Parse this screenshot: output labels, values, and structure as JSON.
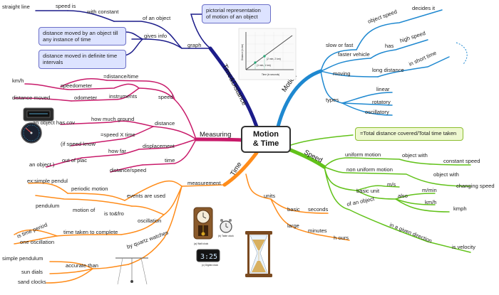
{
  "center": {
    "line1": "Motion",
    "line2": "& Time"
  },
  "branches": {
    "time_distance": {
      "label": "Time&Distance",
      "graph": "graph",
      "pictorial": "pictorial representation of motion of an object",
      "of_an_object": "of an object",
      "with_constant": "with constant",
      "speed_is": "speed is",
      "straight_line": "straight line",
      "gives_info": "gives info",
      "info1": "distance moved by an object till any instance of time",
      "info2": "distance moved in definite time intervals"
    },
    "motion": {
      "label": "Motion",
      "slow_or_fast": "slow or fast",
      "object_speed": "object speed",
      "decides_it": "decides it",
      "faster_vehicle": "faster vehicle",
      "has": "has",
      "high_speed": "high speed",
      "moving": "moving",
      "long_distance": "long distance",
      "in_short_time": "in short time",
      "types": "types",
      "linear": "linear",
      "rotatory": "rotatory",
      "oscillatory": "oscillatory"
    },
    "speed": {
      "label": "Speed",
      "definition": "=Total distance covered/Total time taken",
      "uniform_motion": "uniform motion",
      "object_with_1": "object with",
      "constant_speed": "constant speed",
      "non_uniform_motion": "non uniform motion",
      "object_with_2": "object with",
      "changing_speed": "changing speed",
      "basic_unit": "basic unit",
      "ms": "m/s",
      "also": "also",
      "mmin": "m/min",
      "kmh": "km/h",
      "kmph": "kmph",
      "of_an_object": "of an object",
      "in_given_direction": "in a given direction",
      "is_velocity": "is velocity"
    },
    "measuring": {
      "label": "Measuring",
      "speed": "speed",
      "eq_dist_time": "=distance/time",
      "speedometer": "speedometer",
      "kmh": "km/h",
      "instruments": "instruments",
      "odometer": "odometer",
      "distance_moved": "distance moved",
      "distance": "distance",
      "how_much_ground": "how much ground",
      "object_has_cov": "an object has cov",
      "speed_x_time": "=speed X time",
      "if_speed_know": "(if speed know",
      "displacement": "displacement",
      "how_far": "how far",
      "out_of_plac": "out of plac",
      "an_object": "an object )",
      "time": "time",
      "distance_speed": "distance/speed"
    },
    "time": {
      "label": "Time",
      "measurement": "measurement",
      "events_used": "events are used",
      "periodic_motion": "periodic motion",
      "ex_simple": "ex:simple pendul",
      "oscillation": "oscillation",
      "is_to_fro": "is to&fro",
      "motion_of": "motion of",
      "pendulum": "pendulum",
      "time_taken": "time taken to complete",
      "one_oscillation": "one oscillation",
      "is_time_period": "is time period",
      "by_quartz": "by quartz watches",
      "accurate_than": "accurate than",
      "simple_pendulum": "simple pendulum",
      "sun_dials": "sun dials",
      "sand_clocks": "sand clocks",
      "units": "units",
      "basic": "basic",
      "seconds": "seconds",
      "large": "large",
      "minutes": "minutes",
      "hours": "h ours"
    }
  },
  "graph_labels": {
    "y_axis": "Distance (in km)",
    "x_axis": "Time (in seconds)",
    "point_a": "(2 min, 2 km)",
    "point_b": "(1 min, 1 km)"
  },
  "clock_captions": {
    "pendulum": "(a) Wall clock",
    "table": "(b) Table clock",
    "digital": "(c) Digital clock",
    "digital_display": "3:25"
  },
  "colors": {
    "time_distance": "#1c1c8a",
    "motion": "#1e88d0",
    "speed": "#62c21a",
    "measuring": "#c81a6a",
    "time": "#ff8c1a",
    "note_blue_fill": "#dde3ff",
    "note_green_fill": "#eef8d0"
  }
}
